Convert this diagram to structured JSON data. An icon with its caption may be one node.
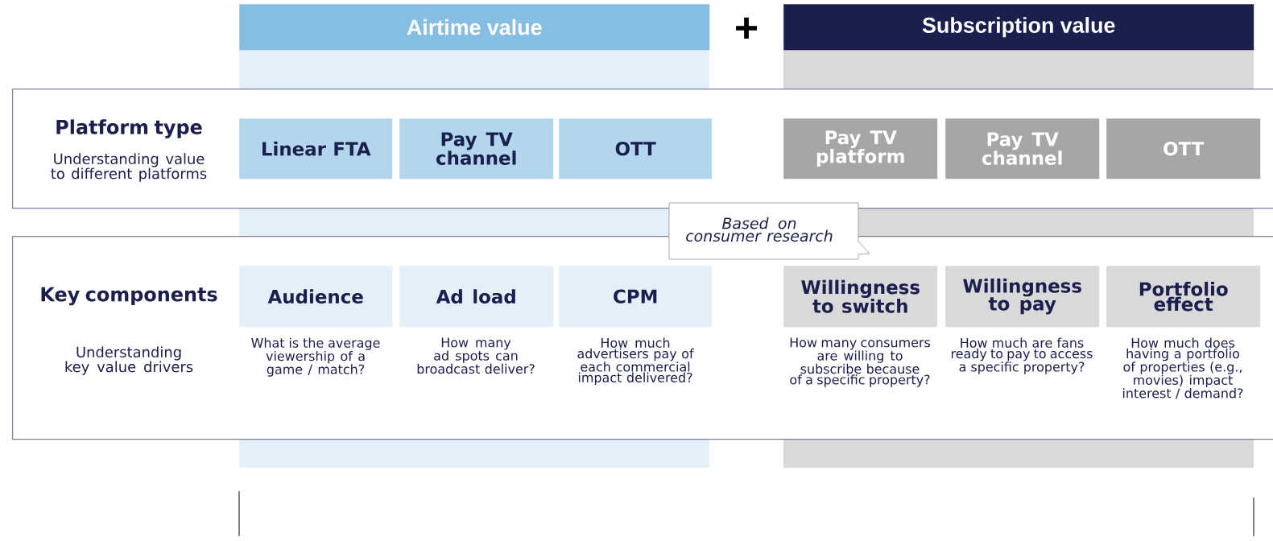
{
  "diagram": {
    "nodes": [
      {
        "text": [
          "Airtime value"
        ]
      },
      {
        "text": [
          "Subscription value"
        ]
      },
      {
        "text": [
          "Platform type",
          "Understanding value to different platforms"
        ]
      },
      {
        "text": [
          "Linear FTA"
        ],
        "in": 2
      },
      {
        "text": [
          "Pay TV channel"
        ],
        "in": 2
      },
      {
        "text": [
          "OTT"
        ],
        "in": 2
      },
      {
        "text": [
          "Pay TV platform"
        ],
        "in": 2
      },
      {
        "text": [
          "Pay TV channel"
        ],
        "in": 2
      },
      {
        "text": [
          "OTT"
        ],
        "in": 2
      },
      {
        "text": [
          "Key components",
          "Understanding key value drivers"
        ]
      },
      {
        "text": [
          "Audience"
        ],
        "in": 9
      },
      {
        "text": [
          "Ad load"
        ],
        "in": 9
      },
      {
        "text": [
          "CPM"
        ],
        "in": 9
      },
      {
        "text": [
          "Willingness to switch"
        ],
        "in": 9
      },
      {
        "text": [
          "Willingness to pay"
        ],
        "in": 9
      },
      {
        "text": [
          "Portfolio effect"
        ],
        "in": 9
      },
      {
        "text": [
          "Based on consumer research"
        ]
      }
    ],
    "labels": [
      "+",
      "What is the average viewership of a game / match?",
      "How many ad spots can broadcast deliver?",
      "How much advertisers pay of each commercial impact delivered?",
      "How many consumers are willing to subscribe because of a specific property?",
      "How much are fans ready to pay to access a specific property?",
      "How much does having a portfolio of properties (e.g., movies) impact interest / demand?"
    ]
  }
}
